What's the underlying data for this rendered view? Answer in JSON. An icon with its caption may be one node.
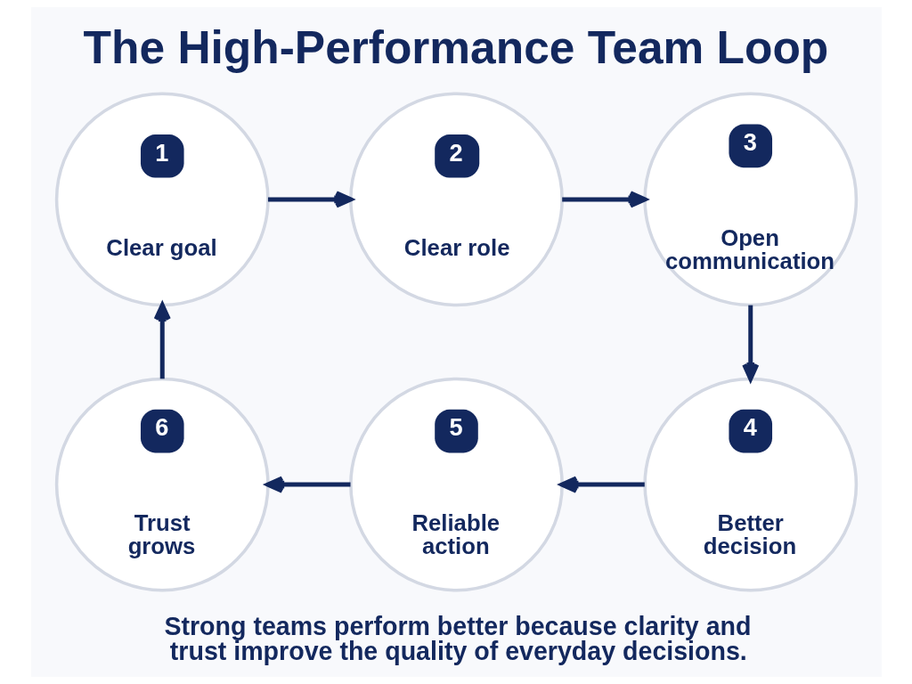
{
  "diagram": {
    "title": "The High-Performance Team Loop",
    "caption": "Strong teams perform better because clarity and trust improve the quality of everyday decisions.",
    "nodes": [
      {
        "text": [
          "1",
          "Clear goal"
        ]
      },
      {
        "text": [
          "2",
          "Clear role"
        ]
      },
      {
        "text": [
          "3",
          "Open communication"
        ]
      },
      {
        "text": [
          "4",
          "Better decision"
        ]
      },
      {
        "text": [
          "5",
          "Reliable action"
        ]
      },
      {
        "text": [
          "6",
          "Trust grows"
        ]
      }
    ],
    "edges": [
      {
        "from": 0,
        "to": 1,
        "arrow": "to"
      },
      {
        "from": 1,
        "to": 2,
        "arrow": "to"
      },
      {
        "from": 2,
        "to": 3,
        "arrow": "to"
      },
      {
        "from": 3,
        "to": 4,
        "arrow": "to"
      },
      {
        "from": 4,
        "to": 5,
        "arrow": "to"
      },
      {
        "from": 5,
        "to": 0,
        "arrow": "to"
      }
    ]
  }
}
